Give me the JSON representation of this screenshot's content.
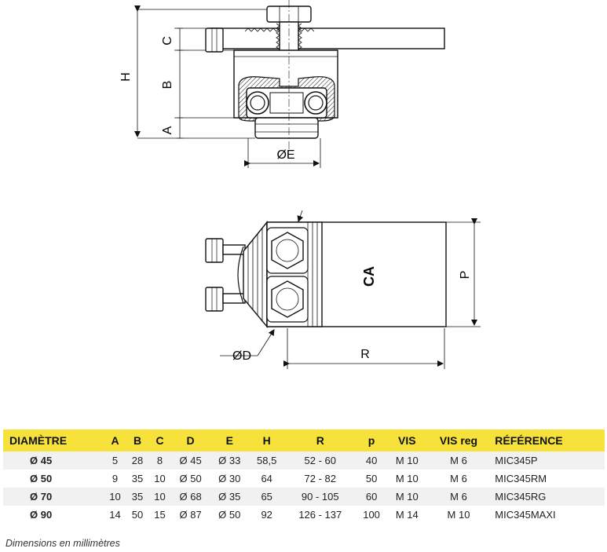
{
  "labels": {
    "H": "H",
    "A": "A",
    "B": "B",
    "C": "C",
    "E": "ØE",
    "D": "ØD",
    "R": "R",
    "P": "P",
    "logo": "CA"
  },
  "table": {
    "headers": [
      "DIAMÈTRE",
      "A",
      "B",
      "C",
      "D",
      "E",
      "H",
      "R",
      "p",
      "VIS",
      "VIS reg",
      "RÉFÉRENCE"
    ],
    "rows": [
      [
        "Ø 45",
        "5",
        "28",
        "8",
        "Ø 45",
        "Ø 33",
        "58,5",
        "52 - 60",
        "40",
        "M 10",
        "M 6",
        "MIC345P"
      ],
      [
        "Ø 50",
        "9",
        "35",
        "10",
        "Ø 50",
        "Ø 30",
        "64",
        "72 - 82",
        "50",
        "M 10",
        "M 6",
        "MIC345RM"
      ],
      [
        "Ø 70",
        "10",
        "35",
        "10",
        "Ø 68",
        "Ø 35",
        "65",
        "90 - 105",
        "60",
        "M 10",
        "M 6",
        "MIC345RG"
      ],
      [
        "Ø 90",
        "14",
        "50",
        "15",
        "Ø 87",
        "Ø 50",
        "92",
        "126 - 137",
        "100",
        "M 14",
        "M 10",
        "MIC345MAXI"
      ]
    ]
  },
  "footnote": "Dimensions en millimètres",
  "colors": {
    "header_bg": "#f6e23a",
    "row_alt": "#f1f1f1"
  }
}
